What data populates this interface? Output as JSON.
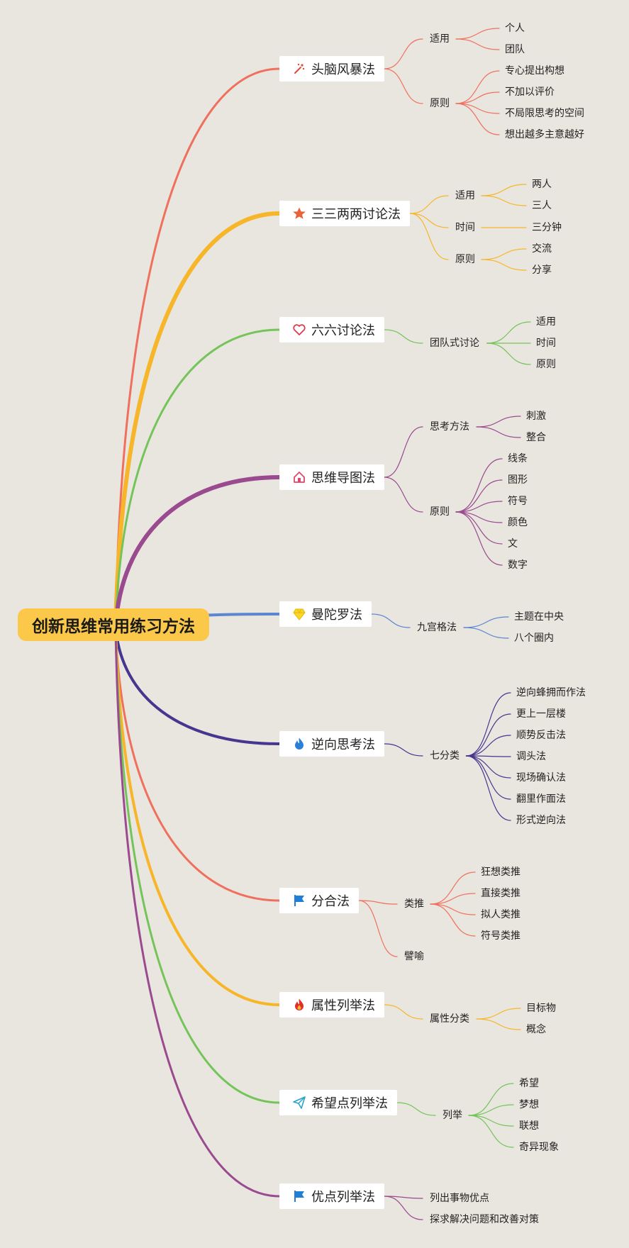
{
  "root": {
    "label": "创新思维常用练习方法"
  },
  "branches": [
    {
      "id": "b0",
      "label": "头脑风暴法",
      "color": "#f0705e",
      "icon": "wand-icon",
      "children": [
        {
          "label": "适用",
          "children": [
            "个人",
            "团队"
          ]
        },
        {
          "label": "原则",
          "children": [
            "专心提出构想",
            "不加以评价",
            "不局限思考的空间",
            "想出越多主意越好"
          ]
        }
      ]
    },
    {
      "id": "b1",
      "label": "三三两两讨论法",
      "color": "#f7b62a",
      "icon": "star-icon",
      "children": [
        {
          "label": "适用",
          "children": [
            "两人",
            "三人"
          ]
        },
        {
          "label": "时间",
          "children": [
            "三分钟"
          ]
        },
        {
          "label": "原则",
          "children": [
            "交流",
            "分享"
          ]
        }
      ]
    },
    {
      "id": "b2",
      "label": "六六讨论法",
      "color": "#74c45a",
      "icon": "heart-icon",
      "children": [
        {
          "label": "团队式讨论",
          "children": [
            "适用",
            "时间",
            "原则"
          ]
        }
      ]
    },
    {
      "id": "b3",
      "label": "思维导图法",
      "color": "#9a4a8e",
      "icon": "home-icon",
      "children": [
        {
          "label": "思考方法",
          "children": [
            "刺激",
            "整合"
          ]
        },
        {
          "label": "原则",
          "children": [
            "线条",
            "图形",
            "符号",
            "颜色",
            "文",
            "数字"
          ]
        }
      ]
    },
    {
      "id": "b4",
      "label": "曼陀罗法",
      "color": "#5b86d0",
      "icon": "diamond-icon",
      "children": [
        {
          "label": "九宫格法",
          "children": [
            "主题在中央",
            "八个圈内"
          ]
        }
      ]
    },
    {
      "id": "b5",
      "label": "逆向思考法",
      "color": "#45368f",
      "icon": "flame-icon",
      "children": [
        {
          "label": "七分类",
          "children": [
            "逆向蜂拥而作法",
            "更上一层楼",
            "顺势反击法",
            "调头法",
            "现场确认法",
            "翻里作面法",
            "形式逆向法"
          ]
        }
      ]
    },
    {
      "id": "b6",
      "label": "分合法",
      "color": "#f0705e",
      "icon": "flag-icon",
      "children": [
        {
          "label": "类推",
          "children": [
            "狂想类推",
            "直接类推",
            "拟人类推",
            "符号类推"
          ]
        },
        {
          "label": "譬喻",
          "children": []
        }
      ]
    },
    {
      "id": "b7",
      "label": "属性列举法",
      "color": "#f7b62a",
      "icon": "fire-icon",
      "children": [
        {
          "label": "属性分类",
          "children": [
            "目标物",
            "概念"
          ]
        }
      ]
    },
    {
      "id": "b8",
      "label": "希望点列举法",
      "color": "#74c45a",
      "icon": "paper-plane-icon",
      "children": [
        {
          "label": "列举",
          "children": [
            "希望",
            "梦想",
            "联想",
            "奇异现象"
          ]
        }
      ]
    },
    {
      "id": "b9",
      "label": "优点列举法",
      "color": "#9a4a8e",
      "icon": "flag-icon",
      "children": [
        {
          "label": "列出事物优点",
          "children": []
        },
        {
          "label": "探求解决问题和改善对策",
          "children": []
        }
      ]
    }
  ]
}
